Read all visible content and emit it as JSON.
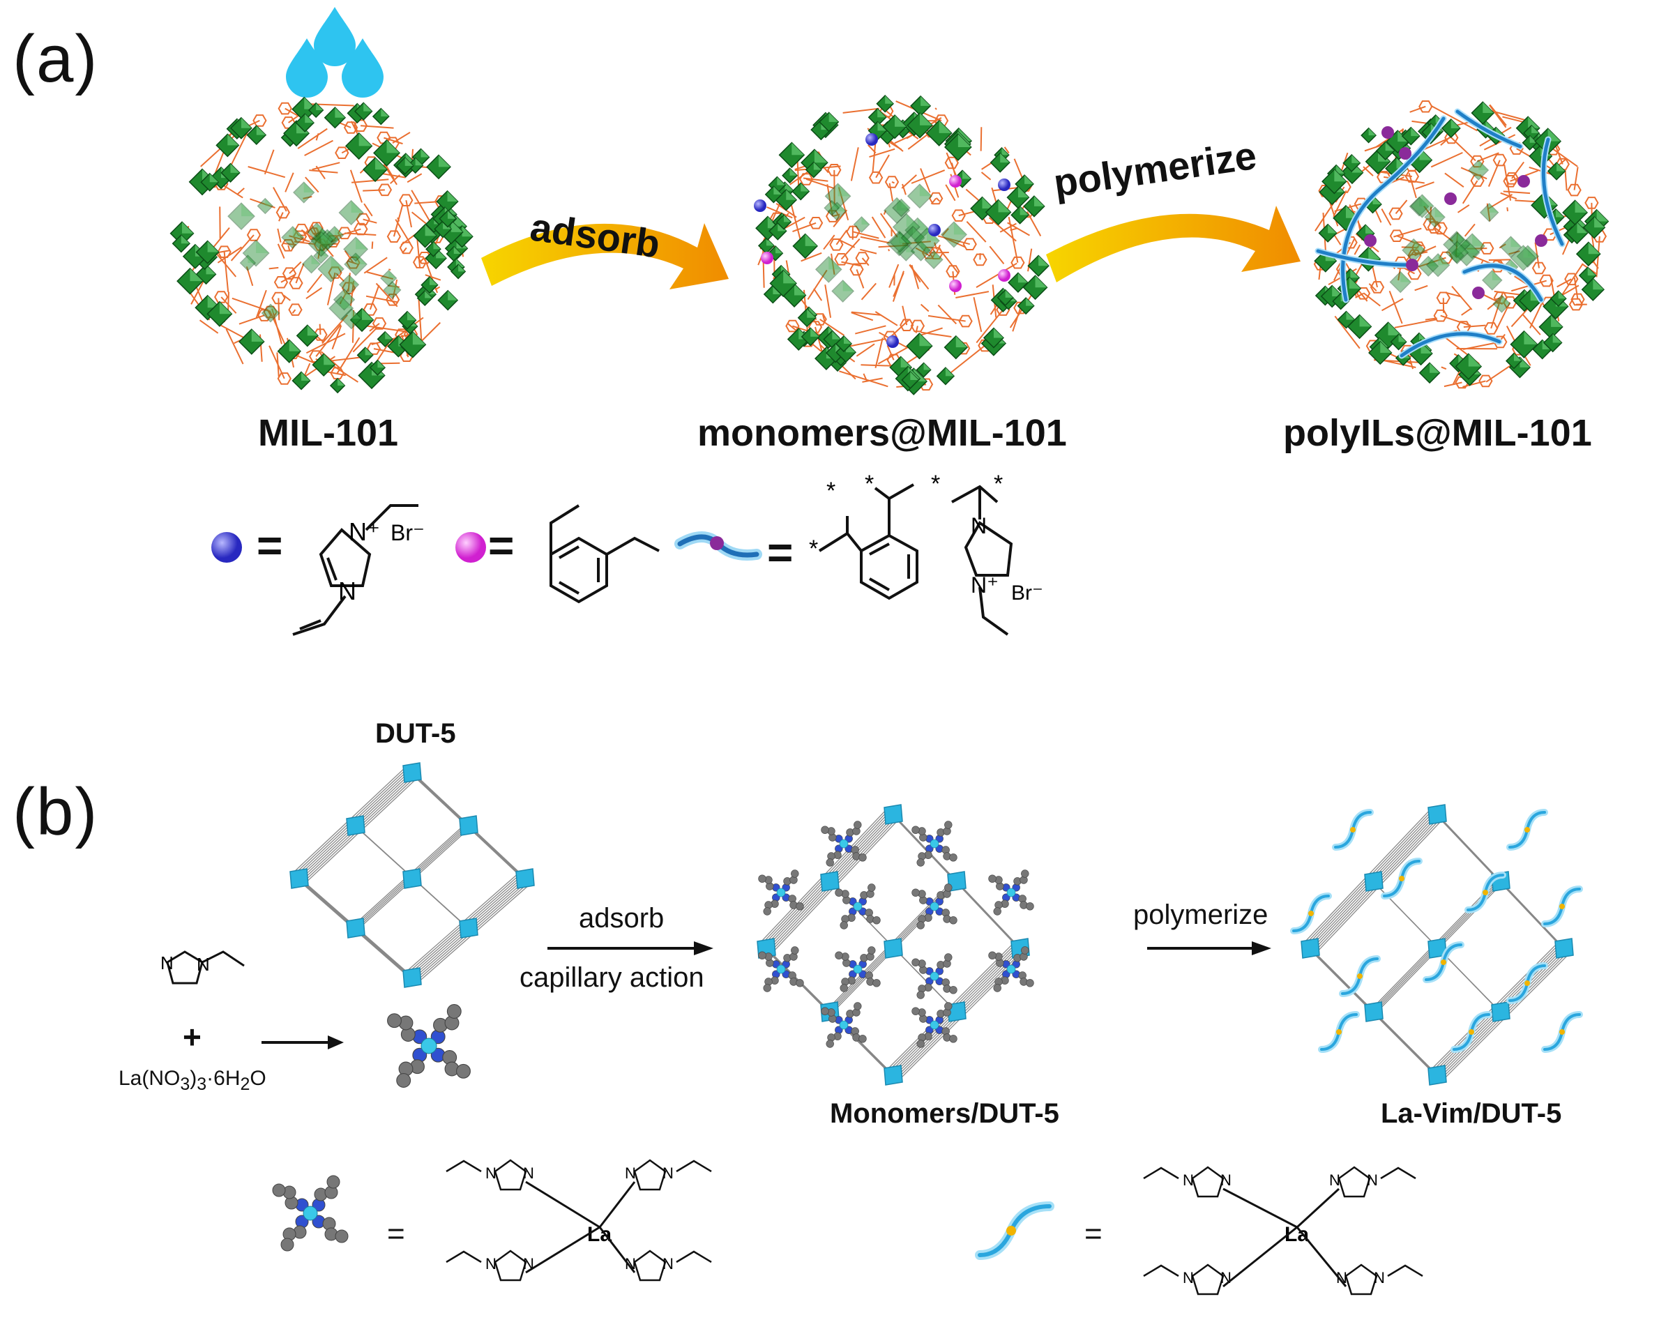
{
  "panel_a": {
    "label": "(a)",
    "step1": "adsorb",
    "step2": "polymerize",
    "cage1": "MIL-101",
    "cage2": "monomers@MIL-101",
    "cage3": "polyILs@MIL-101",
    "legend": {
      "eq1": "=",
      "eq2": "=",
      "eq3": "=",
      "n_plus": "N+",
      "br": "Br−",
      "n": "N",
      "star": "*",
      "br2": "Br−"
    }
  },
  "panel_b": {
    "label": "(b)",
    "framework_title": "DUT-5",
    "plus": "+",
    "salt_pre": "La(NO",
    "salt_sub1": "3",
    "salt_mid": ")",
    "salt_sub2": "3",
    "salt_mid2": "·6H",
    "salt_sub3": "2",
    "salt_post": "O",
    "step1_top": "adsorb",
    "step1_bottom": "capillary action",
    "step2": "polymerize",
    "product1": "Monomers/DUT-5",
    "product2": "La-Vim/DUT-5",
    "legend": {
      "eq1": "=",
      "eq2": "=",
      "la": "La",
      "n": "N"
    }
  },
  "colors": {
    "octahedron": "#1f8a2e",
    "linker": "#e8601a",
    "arrow": "#f2a400",
    "dut_node": "#2bb5e0",
    "blue_sphere": "#3a3ad0",
    "pink_sphere": "#e040e0",
    "polymer": "#1f7fc7"
  }
}
